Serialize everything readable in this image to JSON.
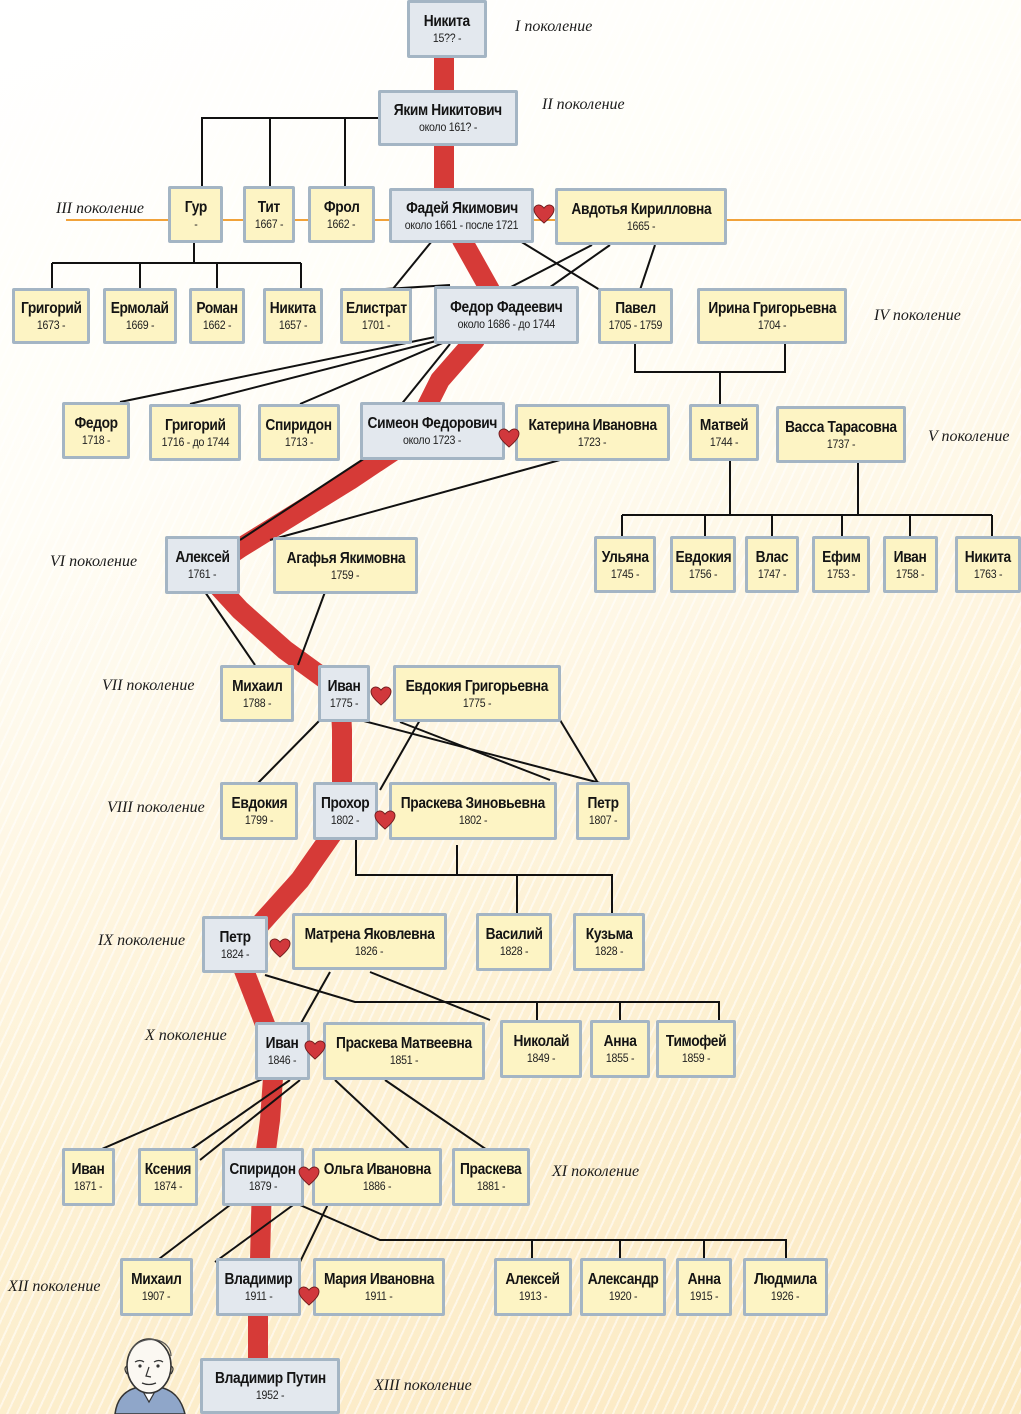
{
  "generations": {
    "g1": "I поколение",
    "g2": "II поколение",
    "g3": "III поколение",
    "g4": "IV поколение",
    "g5": "V поколение",
    "g6": "VI поколение",
    "g7": "VII поколение",
    "g8": "VIII поколение",
    "g9": "IX поколение",
    "g10": "X поколение",
    "g11": "XI поколение",
    "g12": "XII поколение",
    "g13": "XIII поколение"
  },
  "people": {
    "nikita1": {
      "name": "Никита",
      "dates": "15?? -"
    },
    "yakim": {
      "name": "Яким Никитович",
      "dates": "около 161? -"
    },
    "gur": {
      "name": "Гур",
      "dates": "-"
    },
    "tit": {
      "name": "Тит",
      "dates": "1667 -"
    },
    "frol": {
      "name": "Фрол",
      "dates": "1662 -"
    },
    "fadey": {
      "name": "Фадей Якимович",
      "dates": "около 1661 - после 1721"
    },
    "avdotya": {
      "name": "Авдотья Кирилловна",
      "dates": "1665 -"
    },
    "grigoriy1": {
      "name": "Григорий",
      "dates": "1673 -"
    },
    "ermolay": {
      "name": "Ермолай",
      "dates": "1669 -"
    },
    "roman": {
      "name": "Роман",
      "dates": "1662 -"
    },
    "nikita2": {
      "name": "Никита",
      "dates": "1657 -"
    },
    "elistrat": {
      "name": "Елистрат",
      "dates": "1701 -"
    },
    "fedor": {
      "name": "Федор Фадеевич",
      "dates": "около 1686 - до 1744"
    },
    "pavel": {
      "name": "Павел",
      "dates": "1705 - 1759"
    },
    "irina": {
      "name": "Ирина Григорьевна",
      "dates": "1704 -"
    },
    "fedor2": {
      "name": "Федор",
      "dates": "1718 -"
    },
    "grigoriy2": {
      "name": "Григорий",
      "dates": "1716 - до 1744"
    },
    "spiridon1": {
      "name": "Спиридон",
      "dates": "1713 -"
    },
    "simeon": {
      "name": "Симеон Федорович",
      "dates": "около 1723 -"
    },
    "katerina": {
      "name": "Катерина Ивановна",
      "dates": "1723 -"
    },
    "matvey": {
      "name": "Матвей",
      "dates": "1744 -"
    },
    "vassa": {
      "name": "Васса Тарасовна",
      "dates": "1737 -"
    },
    "ulyana": {
      "name": "Ульяна",
      "dates": "1745 -"
    },
    "evdokiya1": {
      "name": "Евдокия",
      "dates": "1756 -"
    },
    "vlas": {
      "name": "Влас",
      "dates": "1747 -"
    },
    "efim": {
      "name": "Ефим",
      "dates": "1753 -"
    },
    "ivan0": {
      "name": "Иван",
      "dates": "1758 -"
    },
    "nikita3": {
      "name": "Никита",
      "dates": "1763 -"
    },
    "aleksey1": {
      "name": "Алексей",
      "dates": "1761 -"
    },
    "agafya": {
      "name": "Агафья Якимовна",
      "dates": "1759 -"
    },
    "mikhail1": {
      "name": "Михаил",
      "dates": "1788 -"
    },
    "ivan1": {
      "name": "Иван",
      "dates": "1775 -"
    },
    "evdokiya2": {
      "name": "Евдокия Григорьевна",
      "dates": "1775 -"
    },
    "evdokiya3": {
      "name": "Евдокия",
      "dates": "1799 -"
    },
    "prokhor": {
      "name": "Прохор",
      "dates": "1802 -"
    },
    "praskeva1": {
      "name": "Праскева Зиновьевна",
      "dates": "1802 -"
    },
    "petr1": {
      "name": "Петр",
      "dates": "1807 -"
    },
    "petr2": {
      "name": "Петр",
      "dates": "1824 -"
    },
    "matrena": {
      "name": "Матрена Яковлевна",
      "dates": "1826 -"
    },
    "vasiliy": {
      "name": "Василий",
      "dates": "1828 -"
    },
    "kuzma": {
      "name": "Кузьма",
      "dates": "1828 -"
    },
    "ivan2": {
      "name": "Иван",
      "dates": "1846 -"
    },
    "praskeva2": {
      "name": "Праскева Матвеевна",
      "dates": "1851 -"
    },
    "nikolay": {
      "name": "Николай",
      "dates": "1849 -"
    },
    "anna1": {
      "name": "Анна",
      "dates": "1855 -"
    },
    "timofey": {
      "name": "Тимофей",
      "dates": "1859 -"
    },
    "ivan3": {
      "name": "Иван",
      "dates": "1871 -"
    },
    "kseniya": {
      "name": "Ксения",
      "dates": "1874 -"
    },
    "spiridon2": {
      "name": "Спиридон",
      "dates": "1879 -"
    },
    "olga": {
      "name": "Ольга Ивановна",
      "dates": "1886 -"
    },
    "praskeva3": {
      "name": "Праскева",
      "dates": "1881 -"
    },
    "mikhail2": {
      "name": "Михаил",
      "dates": "1907 -"
    },
    "vladimir1": {
      "name": "Владимир",
      "dates": "1911 -"
    },
    "mariya": {
      "name": "Мария Ивановна",
      "dates": "1911 -"
    },
    "aleksey2": {
      "name": "Алексей",
      "dates": "1913 -"
    },
    "aleksandr": {
      "name": "Александр",
      "dates": "1920 -"
    },
    "anna2": {
      "name": "Анна",
      "dates": "1915 -"
    },
    "lyudmila": {
      "name": "Людмила",
      "dates": "1926 -"
    },
    "putin": {
      "name": "Владимир Путин",
      "dates": "1952 -"
    }
  },
  "colors": {
    "lineage": "#d63a37",
    "connector": "#111111",
    "generation_line": "#f1a23a",
    "lineage_box": "#e3e8ee",
    "other_box": "#fdf4c4",
    "box_border": "#a4b5c4",
    "heart": "#d1383c"
  },
  "icons": {
    "marriage": "heart-icon",
    "portrait": "portrait-caricature"
  }
}
